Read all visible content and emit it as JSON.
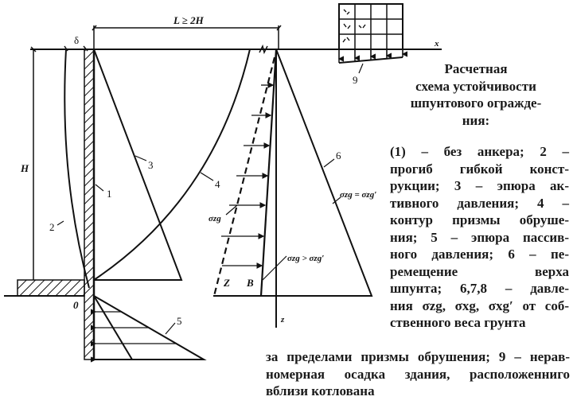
{
  "figure": {
    "dimension_label": "L ≥ 2H",
    "height_label": "H",
    "delta_label": "δ",
    "origin_label": "0",
    "axis_x_label": "x",
    "axis_z_label": "z",
    "curve_labels": {
      "wall": "1",
      "deflection": "2",
      "active_pressure": "3",
      "collapse_prism": "4",
      "passive_pressure": "5",
      "displacement": "6",
      "settlement": "9"
    },
    "sigma_labels": {
      "sigma_zg": "σzg",
      "sigma_zg_eq": "σzg = σzg′",
      "sigma_zg_gt": "σzg > σzg′",
      "point_z": "Z",
      "point_b": "B"
    }
  },
  "caption": {
    "title_lines": [
      "Расчетная",
      "схема устойчивости",
      "шпунтового огражде-",
      "ния:"
    ],
    "body_lines": [
      "(1) – без анкера; 2 –",
      "прогиб гибкой конст-",
      "рукции; 3 – эпюра ак-",
      "тивного давления; 4 –",
      "контур призмы обруше-",
      "ния; 5 – эпюра пассив-",
      "ного давления; 6 – пе-",
      "ремещение верха",
      "шпунта; 6,7,8 – давле-",
      "ния σzg, σxg, σxg′ от соб-",
      "ственного веса грунта"
    ],
    "tail_lines": [
      "за пределами призмы обрушения; 9 – нерав-",
      "номерная осадка здания, расположенниго",
      "вблизи котлована"
    ]
  }
}
